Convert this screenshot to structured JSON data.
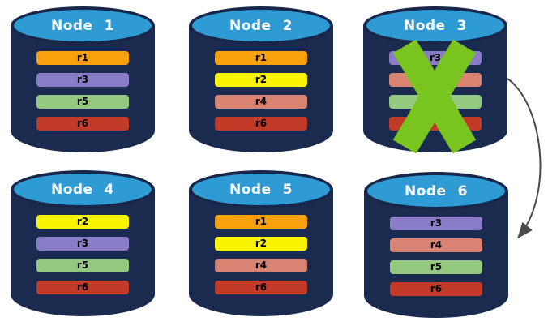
{
  "diagram": {
    "background": "#FFFFFF",
    "colors": {
      "cylinder_body": "#1B2B50",
      "cylinder_top": "#2E9BD5",
      "cylinder_outline": "#18264A",
      "node_title_text": "#FFFFFF",
      "replica_label_text": "#000000",
      "failure_x": "#79C41E",
      "arrow": "#4A4A4A"
    },
    "replica_palette": {
      "r1": "#F9A00D",
      "r2": "#FAF400",
      "r3": "#8B7CC8",
      "r4": "#D98373",
      "r5": "#93C97E",
      "r6": "#C23A28"
    },
    "nodes": [
      {
        "label": "Node 1",
        "failed": false,
        "replicas": [
          {
            "name": "r1",
            "color": "#F9A00D"
          },
          {
            "name": "r3",
            "color": "#8B7CC8"
          },
          {
            "name": "r5",
            "color": "#93C97E"
          },
          {
            "name": "r6",
            "color": "#C23A28"
          }
        ]
      },
      {
        "label": "Node 2",
        "failed": false,
        "replicas": [
          {
            "name": "r1",
            "color": "#F9A00D"
          },
          {
            "name": "r2",
            "color": "#FAF400"
          },
          {
            "name": "r4",
            "color": "#D98373"
          },
          {
            "name": "r6",
            "color": "#C23A28"
          }
        ]
      },
      {
        "label": "Node 3",
        "failed": true,
        "replicas": [
          {
            "name": "r3",
            "color": "#8B7CC8"
          },
          {
            "name": "r4",
            "color": "#D98373"
          },
          {
            "name": "r5",
            "color": "#93C97E"
          },
          {
            "name": "r6",
            "color": "#C23A28"
          }
        ]
      },
      {
        "label": "Node 4",
        "failed": false,
        "replicas": [
          {
            "name": "r2",
            "color": "#FAF400"
          },
          {
            "name": "r3",
            "color": "#8B7CC8"
          },
          {
            "name": "r5",
            "color": "#93C97E"
          },
          {
            "name": "r6",
            "color": "#C23A28"
          }
        ]
      },
      {
        "label": "Node 5",
        "failed": false,
        "replicas": [
          {
            "name": "r1",
            "color": "#F9A00D"
          },
          {
            "name": "r2",
            "color": "#FAF400"
          },
          {
            "name": "r4",
            "color": "#D98373"
          },
          {
            "name": "r6",
            "color": "#C23A28"
          }
        ]
      },
      {
        "label": "Node 6",
        "failed": false,
        "replicas": [
          {
            "name": "r3",
            "color": "#8B7CC8"
          },
          {
            "name": "r4",
            "color": "#D98373"
          },
          {
            "name": "r5",
            "color": "#93C97E"
          },
          {
            "name": "r6",
            "color": "#C23A28"
          }
        ]
      }
    ],
    "failure": {
      "node": "Node 3",
      "icon": "x-mark",
      "color": "#79C41E"
    },
    "arrow": {
      "from": "Node 3",
      "to": "Node 6",
      "color": "#4A4A4A",
      "style": "curved-right"
    }
  }
}
